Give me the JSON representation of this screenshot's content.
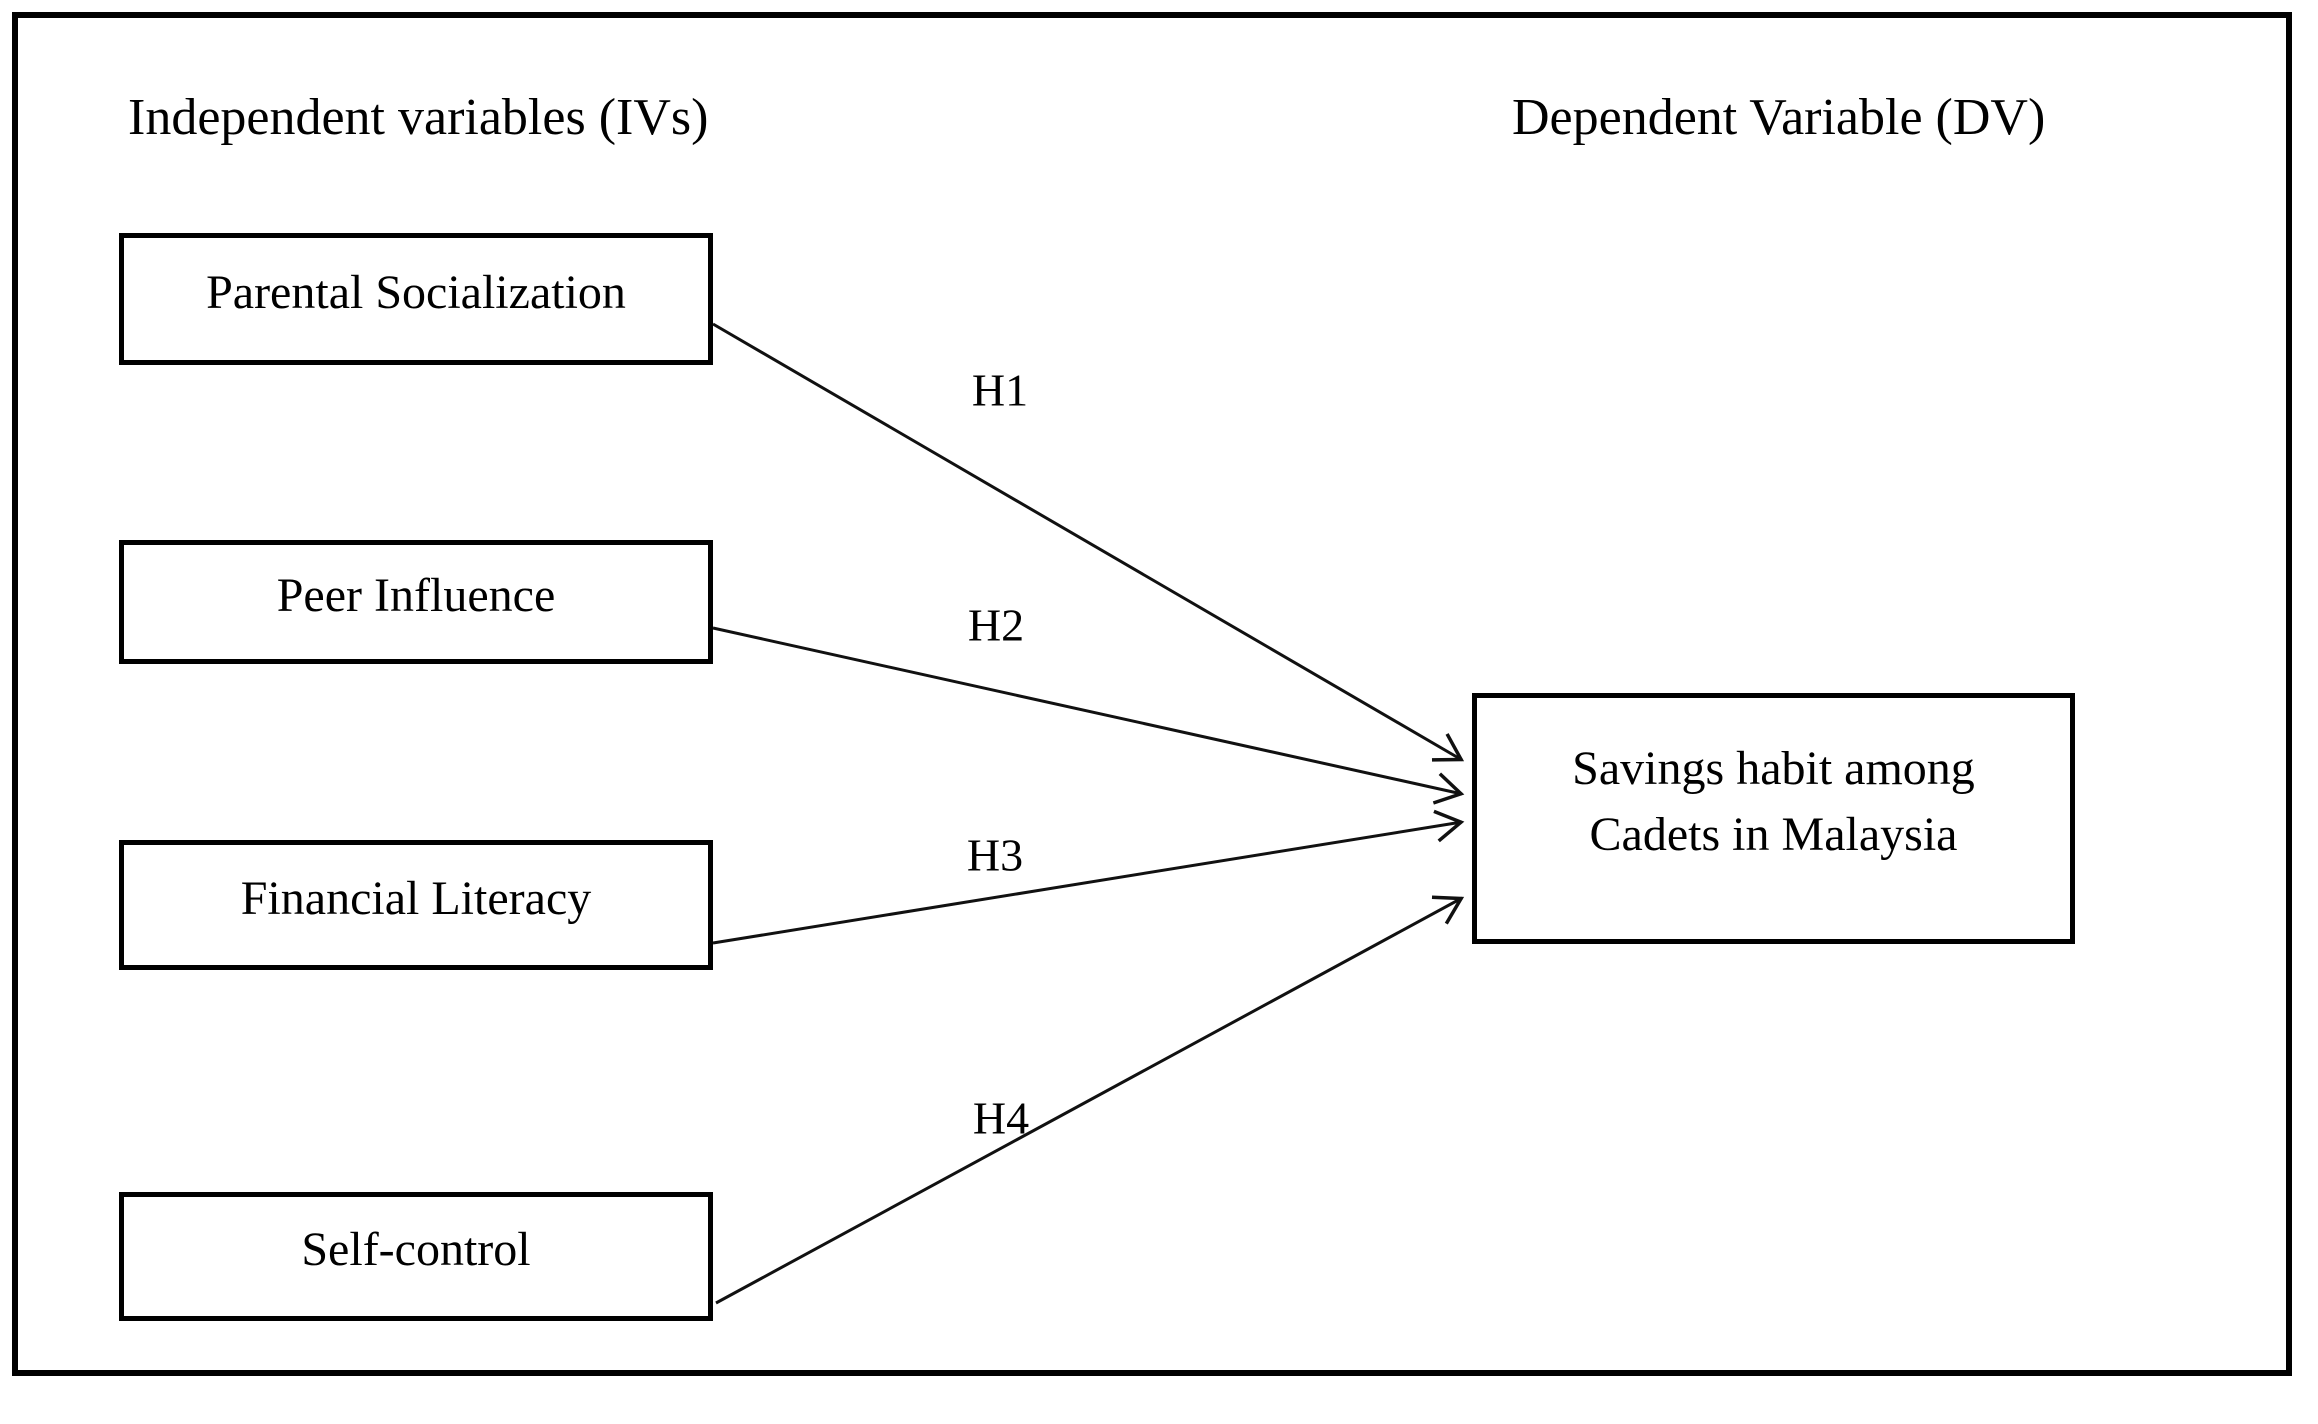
{
  "diagram": {
    "left_heading": "Independent variables (IVs)",
    "right_heading": "Dependent Variable (DV)",
    "iv_boxes": [
      {
        "label": "Parental Socialization",
        "hypothesis": "H1"
      },
      {
        "label": "Peer Influence",
        "hypothesis": "H2"
      },
      {
        "label": "Financial Literacy",
        "hypothesis": "H3"
      },
      {
        "label": "Self-control",
        "hypothesis": "H4"
      }
    ],
    "dv_box": {
      "line1": "Savings habit among",
      "line2": "Cadets in Malaysia"
    },
    "colors": {
      "stroke": "#000000",
      "background": "#ffffff"
    }
  }
}
